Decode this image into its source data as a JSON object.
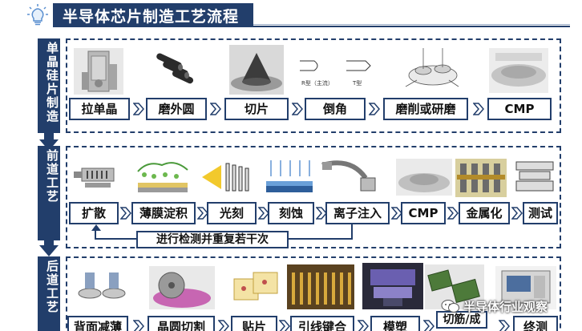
{
  "title": "半导体芯片制造工艺流程",
  "stages": [
    {
      "label": "单晶硅片制造",
      "steps": [
        "拉单晶",
        "磨外圆",
        "切片",
        "倒角",
        "磨削或研磨",
        "CMP"
      ],
      "image_labels": [
        "R型（主流）",
        "T型"
      ]
    },
    {
      "label": "前道工艺",
      "steps": [
        "扩散",
        "薄膜淀积",
        "光刻",
        "刻蚀",
        "离子注入",
        "CMP",
        "金属化",
        "测试"
      ],
      "loop_label": "进行检测并重复若干次"
    },
    {
      "label": "后道工艺",
      "steps": [
        "背面减薄",
        "晶圆切割",
        "贴片",
        "引线键合",
        "模塑",
        "切筋/成",
        "终测"
      ]
    }
  ],
  "watermark": "半导体行业观察",
  "colors": {
    "primary": "#223e6b",
    "background": "#ffffff"
  }
}
